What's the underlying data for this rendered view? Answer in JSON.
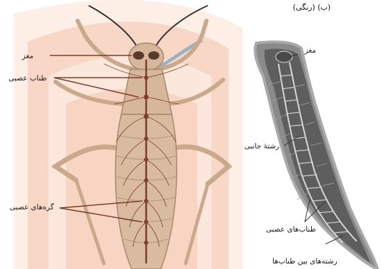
{
  "top_caption": "(رنگی) (ب)",
  "insect": {
    "labels": {
      "brain": "مغز",
      "nerve_cord": "طناب عصبی",
      "ganglia": "گره‌های عصبی"
    }
  },
  "flatworm": {
    "labels": {
      "brain": "مغز",
      "lateral_cord": "رشتهٔ جانبی",
      "nerve_cords": "طناب‌های عصبی",
      "connecting_fibers": "رشته‌های بین طناب‌ها"
    }
  },
  "colors": {
    "band_light": "#fbe2d6",
    "band_mid": "#f6c2a8",
    "insect_body": "#d7b79c",
    "insect_outline": "#a9866a",
    "nerve": "#7a3b2a",
    "worm_body": "#6f6f6f",
    "worm_dark": "#3b3b3b",
    "worm_edge": "#a9a9a9",
    "pointer": "#7a3b2a",
    "antenna_blue": "#9bb2c4"
  }
}
